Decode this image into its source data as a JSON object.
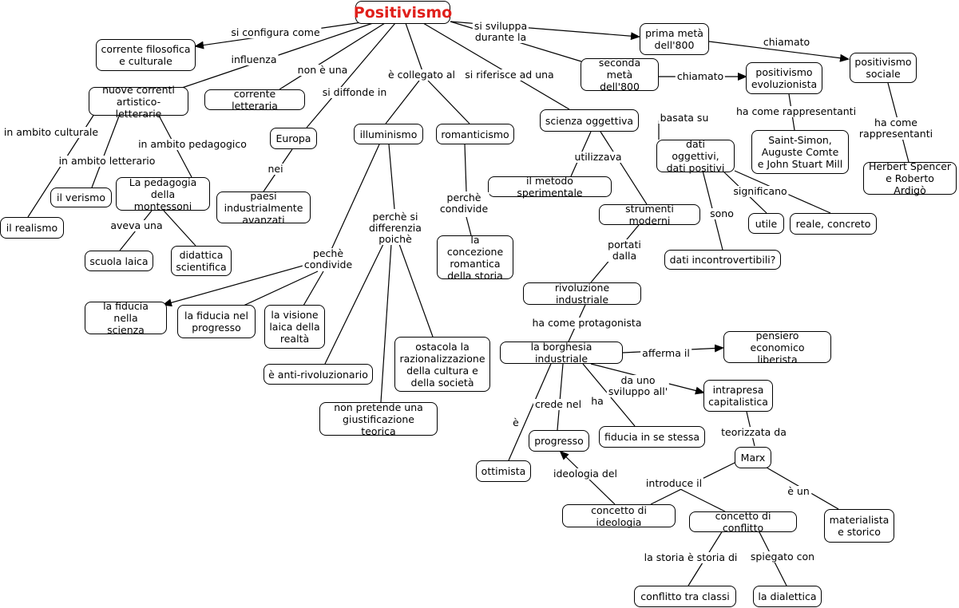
{
  "concepts": {
    "positivismo": "Positivismo",
    "corrente": "corrente filosofica\ne culturale",
    "nuove_correnti": "nuove correnti\nartistico-letterarie",
    "corrente_letteraria": "corrente letteraria",
    "europa": "Europa",
    "illuminismo": "illuminismo",
    "romanticismo": "romanticismo",
    "scienza": "scienza oggettiva",
    "prima_meta": "prima metà\ndell'800",
    "seconda_meta": "seconda\nmetà dell'800",
    "pos_evol": "positivismo\nevoluzionista",
    "pos_sociale": "positivismo\nsociale",
    "realismo": "il realismo",
    "verismo": "il verismo",
    "pedagogia": "La pedagogia\ndella montessoni",
    "scuola": "scuola laica",
    "didattica": "didattica\nscientifica",
    "paesi": "paesi industrialmente\navanzati",
    "fid_scienza": "la fiducia nella\nscienza",
    "fid_progresso": "la fiducia nel\nprogresso",
    "visione": "la visione\nlaica della\nrealtà",
    "antirivol": "è anti-rivoluzionario",
    "non_pretende": "non pretende una\ngiustificazione teorica",
    "ostacola": "ostacola la\nrazionalizzazione\ndella cultura e\ndella società",
    "concezione": "la concezione\nromantica\ndella storia",
    "metodo": "il metodo sperimentale",
    "strumenti": "strumenti moderni",
    "dati": "dati oggettivi,\ndati positivi",
    "saint_simon": "Saint-Simon,\nAuguste Comte\ne John Stuart Mill",
    "spencer": "Herbert Spencer\ne Roberto Ardigò",
    "utile": "utile",
    "reale": "reale, concreto",
    "incontro": "dati incontrovertibili?",
    "rivoluzione": "rivoluzione industriale",
    "borghesia": "la borghesia industriale",
    "pensiero": "pensiero economico\nliberista",
    "intrapresa": "intrapresa\ncapitalistica",
    "marx": "Marx",
    "fiducia_se": "fiducia in se stessa",
    "progresso": "progresso",
    "ottimista": "ottimista",
    "ideologia": "concetto di ideologia",
    "conflitto": "concetto di conflitto",
    "materialista": "materialista\ne storico",
    "classi": "conflitto tra classi",
    "dialettica": "la dialettica"
  },
  "link_labels": {
    "si_configura": "si configura come",
    "influenza": "influenza",
    "non_e_una": "non è una",
    "si_diffonde": "si diffonde in",
    "collegato": "è collegato al",
    "riferisce": "si riferisce ad una",
    "sviluppa": "si sviluppa\ndurante la",
    "chiamato1": "chiamato",
    "chiamato2": "chiamato",
    "rappresentanti1": "ha come rappresentanti",
    "rappresentanti2": "ha come\nrappresentanti",
    "ambito_culturale": "in ambito culturale",
    "ambito_letterario": "in ambito letterario",
    "ambito_pedagogico": "in ambito pedagogico",
    "aveva": "aveva una",
    "nei": "nei",
    "pechè": "pechè\ncondivide",
    "perche_differenzia": "perchè si\ndifferenzia\npoichè",
    "perche_condivide": "perchè\ncondivide",
    "basata": "basata su",
    "utilizzava": "utilizzava",
    "significano": "significano",
    "sono": "sono",
    "portati": "portati\ndalla",
    "protagonista": "ha come protagonista",
    "afferma": "afferma il",
    "sviluppo": "da uno\nsviluppo all'",
    "teorizzata": "teorizzata da",
    "ha": "ha",
    "crede": "crede nel",
    "e": "è",
    "ideologia_del": "ideologia del",
    "introduce": "introduce il",
    "e_un": "è un",
    "storia": "la storia è storia di",
    "spiegato": "spiegato con"
  }
}
